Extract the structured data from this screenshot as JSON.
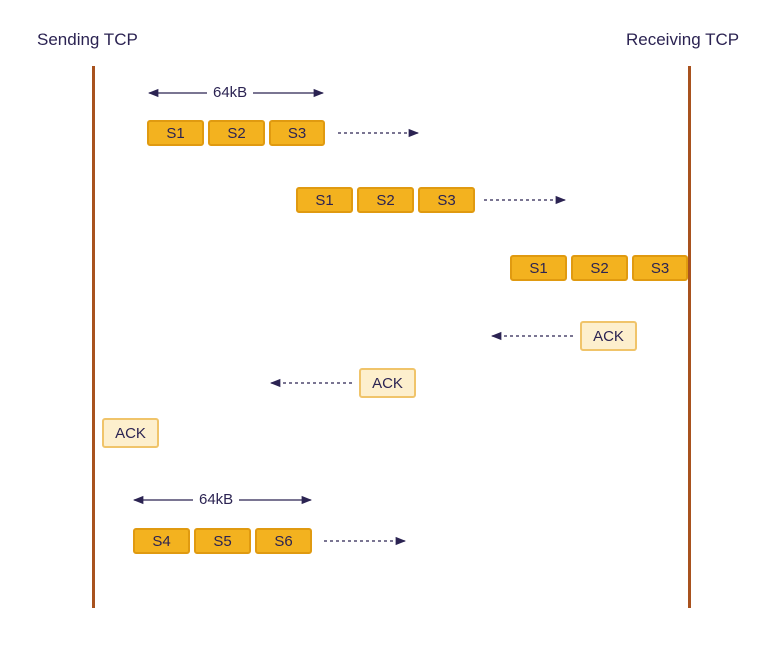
{
  "sender": {
    "label": "Sending TCP"
  },
  "receiver": {
    "label": "Receiving TCP"
  },
  "windows": [
    {
      "label": "64kB"
    },
    {
      "label": "64kB"
    }
  ],
  "rows": [
    {
      "segments": [
        "S1",
        "S2",
        "S3"
      ]
    },
    {
      "segments": [
        "S1",
        "S2",
        "S3"
      ]
    },
    {
      "segments": [
        "S1",
        "S2",
        "S3"
      ]
    },
    {
      "segments": [
        "S4",
        "S5",
        "S6"
      ]
    }
  ],
  "acks": [
    "ACK",
    "ACK",
    "ACK"
  ],
  "colors": {
    "lifeline": "#a8521e",
    "segment_fill": "#f3b21f",
    "ack_fill": "#fdefcd",
    "text": "#2b2352"
  }
}
